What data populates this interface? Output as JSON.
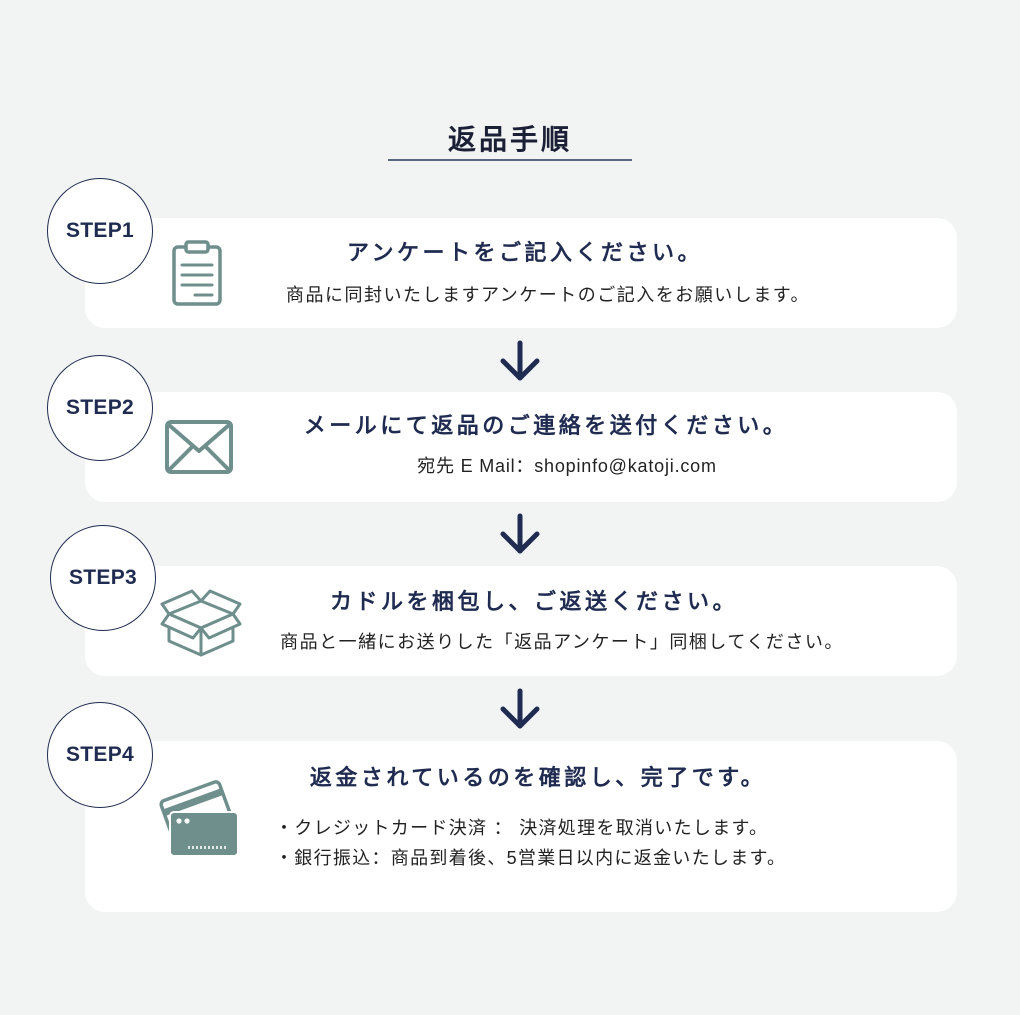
{
  "title": "返品手順",
  "colors": {
    "background": "#f2f3f3",
    "title": "#1c2036",
    "navy": "#1f2b50",
    "rule": "#5b6684",
    "card": "#ffffff",
    "icon": "#6f8f8d",
    "text": "#222222"
  },
  "connector_icon": "arrow-down-icon",
  "steps": [
    {
      "label": "STEP1",
      "icon": "clipboard-icon",
      "heading": "アンケートをご記入ください。",
      "lines": [
        "商品に同封いたしますアンケートのご記入をお願いします。"
      ]
    },
    {
      "label": "STEP2",
      "icon": "envelope-icon",
      "heading": "メールにて返品のご連絡を送付ください。",
      "lines": [
        "宛先 E Mail：shopinfo@katoji.com"
      ]
    },
    {
      "label": "STEP3",
      "icon": "open-box-icon",
      "heading": "カドルを梱包し、ご返送ください。",
      "lines": [
        "商品と一緒にお送りした「返品アンケート」同梱してください。"
      ]
    },
    {
      "label": "STEP4",
      "icon": "credit-card-icon",
      "heading": "返金されているのを確認し、完了です。",
      "lines": [
        "・クレジットカード決済 ： 決済処理を取消いたします。",
        "・銀行振込：商品到着後、5営業日以内に返金いたします。"
      ]
    }
  ]
}
